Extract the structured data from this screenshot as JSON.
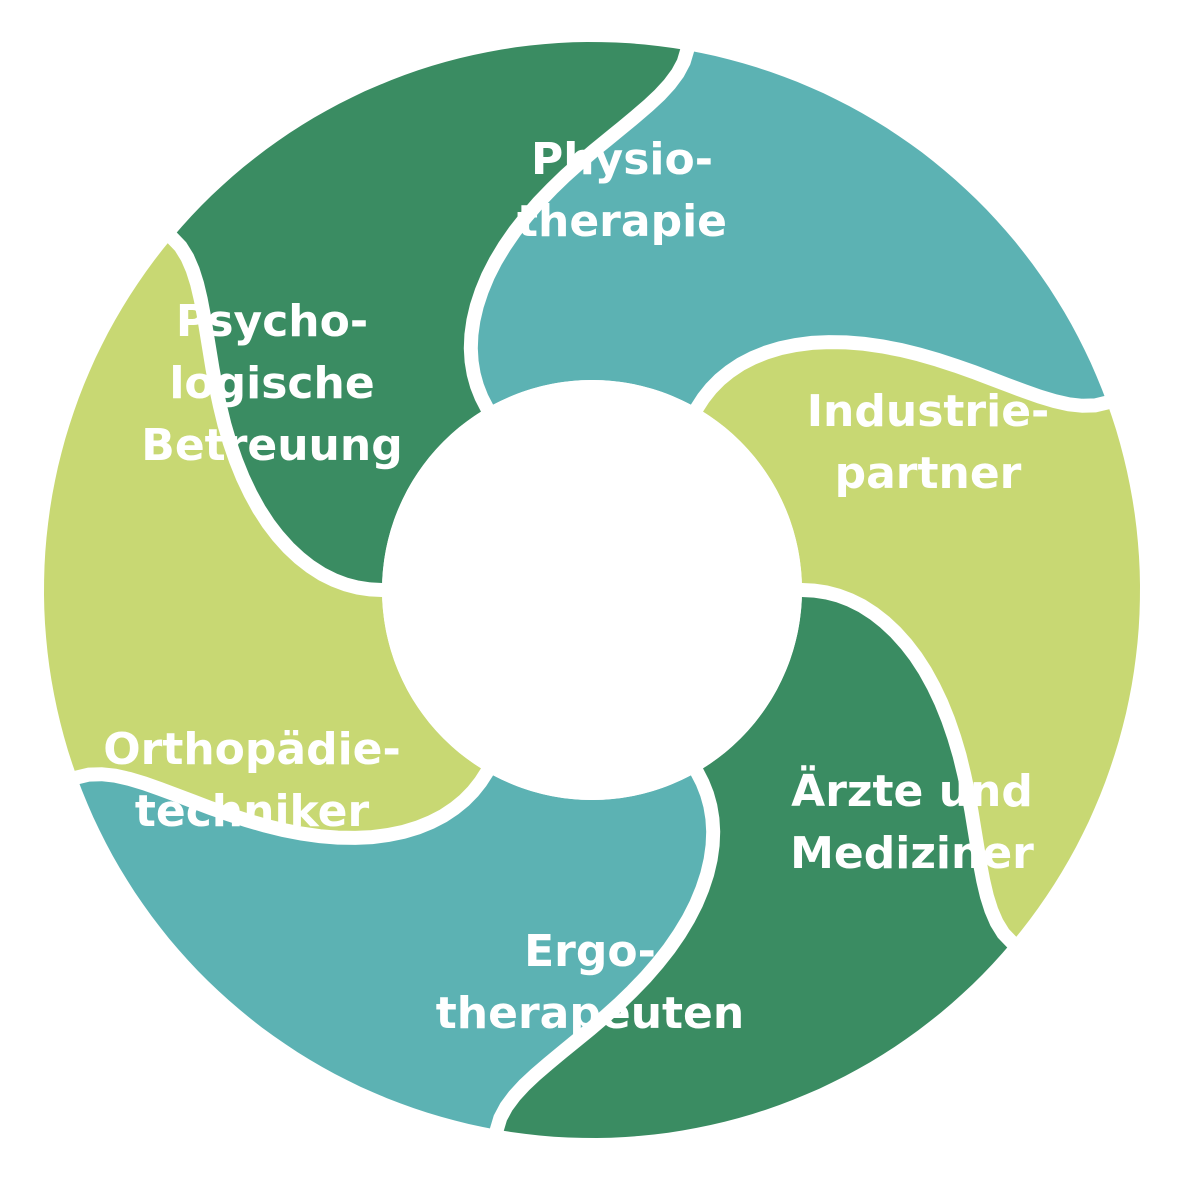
{
  "palette": {
    "teal": "#5cb2b3",
    "lime": "#c8d873",
    "green": "#3a8c62",
    "background": "#ffffff",
    "text": "#ffffff"
  },
  "segments": [
    {
      "id": "physiotherapie",
      "color": "#5cb2b3",
      "lines": [
        "Physio-",
        "therapie"
      ]
    },
    {
      "id": "industriepartner",
      "color": "#c8d873",
      "lines": [
        "Industrie-",
        "partner"
      ]
    },
    {
      "id": "aerzte",
      "color": "#3a8c62",
      "lines": [
        "Ärzte und",
        "Mediziner"
      ]
    },
    {
      "id": "ergotherapeuten",
      "color": "#5cb2b3",
      "lines": [
        "Ergo-",
        "therapeuten"
      ]
    },
    {
      "id": "orthopaedietechniker",
      "color": "#c8d873",
      "lines": [
        "Orthopädie-",
        "techniker"
      ]
    },
    {
      "id": "psychologische-betreuung",
      "color": "#3a8c62",
      "lines": [
        "Psycho-",
        "logische",
        "Betreuung"
      ]
    }
  ]
}
